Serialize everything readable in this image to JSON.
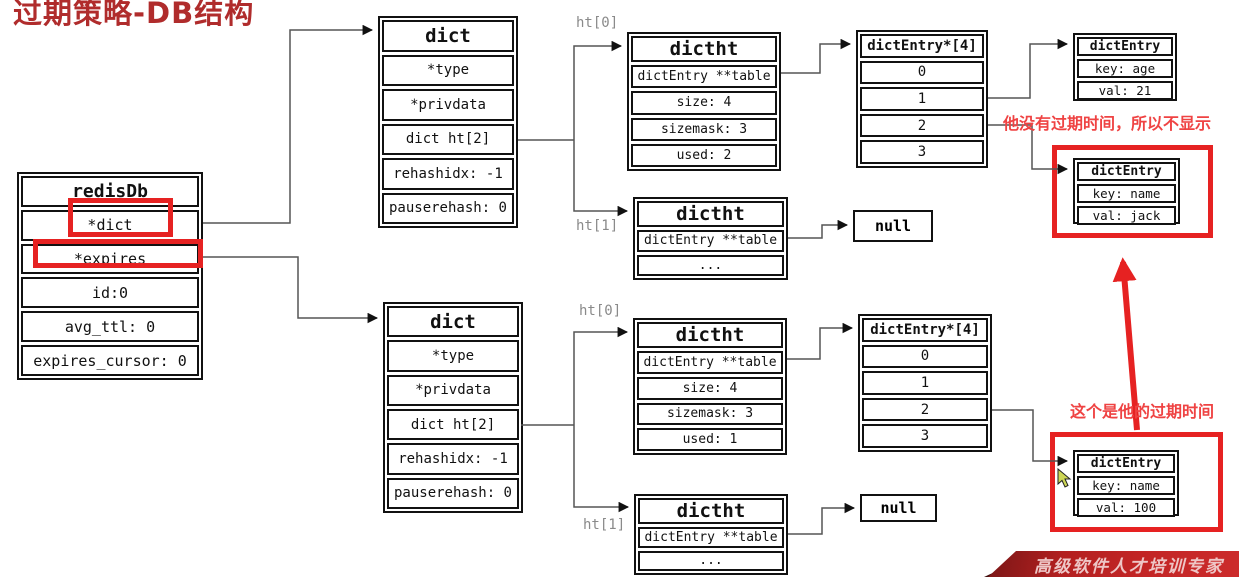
{
  "title": "过期策略-DB结构",
  "banner": {
    "text": "高级软件人才培训专家"
  },
  "annotations": {
    "no_expire": "他没有过期时间，所以不显示",
    "expire_time": "这个是他的过期时间"
  },
  "labels": {
    "ht0_top": "ht[0]",
    "ht1_top": "ht[1]",
    "ht0_bottom": "ht[0]",
    "ht1_bottom": "ht[1]"
  },
  "nodes": {
    "redisdb": {
      "header": "redisDb",
      "rows": [
        "*dict",
        "*expires",
        "id:0",
        "avg_ttl: 0",
        "expires_cursor: 0"
      ]
    },
    "dict_top": {
      "header": "dict",
      "rows": [
        "*type",
        "*privdata",
        "dict ht[2]",
        "rehashidx: -1",
        "pauserehash: 0"
      ]
    },
    "dict_bottom": {
      "header": "dict",
      "rows": [
        "*type",
        "*privdata",
        "dict ht[2]",
        "rehashidx: -1",
        "pauserehash: 0"
      ]
    },
    "dictht_top_ht0": {
      "header": "dictht",
      "rows": [
        "dictEntry **table",
        "size: 4",
        "sizemask: 3",
        "used: 2"
      ]
    },
    "dictht_top_ht1": {
      "header": "dictht",
      "rows": [
        "dictEntry **table",
        "..."
      ]
    },
    "dictht_bottom_ht0": {
      "header": "dictht",
      "rows": [
        "dictEntry **table",
        "size: 4",
        "sizemask: 3",
        "used: 1"
      ]
    },
    "dictht_bottom_ht1": {
      "header": "dictht",
      "rows": [
        "dictEntry **table",
        "..."
      ]
    },
    "entry_array_top": {
      "header": "dictEntry*[4]",
      "rows": [
        "0",
        "1",
        "2",
        "3"
      ]
    },
    "entry_array_bottom": {
      "header": "dictEntry*[4]",
      "rows": [
        "0",
        "1",
        "2",
        "3"
      ]
    },
    "entry_age": {
      "header": "dictEntry",
      "rows": [
        "key: age",
        "val: 21"
      ]
    },
    "entry_jack": {
      "header": "dictEntry",
      "rows": [
        "key: name",
        "val: jack"
      ]
    },
    "entry_100": {
      "header": "dictEntry",
      "rows": [
        "key: name",
        "val: 100"
      ]
    },
    "null_top": {
      "label": "null"
    },
    "null_bottom": {
      "label": "null"
    }
  },
  "icons": {
    "cursor": "mouse-pointer-icon"
  },
  "colors": {
    "highlight_red": "#e62222",
    "annotation_red": "#ef4343",
    "title_red": "#b02c2c",
    "banner_red": "#c22525",
    "wire_gray": "#555555"
  }
}
